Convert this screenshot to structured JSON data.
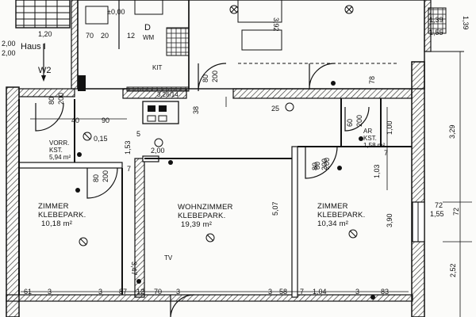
{
  "house_label": "Haus I",
  "unit_label": "W2",
  "rooms": [
    {
      "id": "zimmer-left",
      "name": "ZIMMER",
      "floor": "KLEBEPARK.",
      "area": "10,18 m²"
    },
    {
      "id": "wohnzimmer",
      "name": "WOHNZIMMER",
      "floor": "KLEBEPARK.",
      "area": "19,39 m²"
    },
    {
      "id": "zimmer-right",
      "name": "ZIMMER",
      "floor": "KLEBEPARK.",
      "area": "10,34 m²"
    },
    {
      "id": "vorraum",
      "name": "VORR.",
      "floor": "KST.",
      "area": "5,94 m²"
    },
    {
      "id": "abstellraum",
      "name": "AR",
      "floor": "KST.",
      "area": "1,58 m²"
    }
  ],
  "top_dims": {
    "d1": "1,20",
    "d2": "2,00",
    "d3": "2,00",
    "d4": "±0,00",
    "d5": "70",
    "d6": "20",
    "d7": "12",
    "d8": "3,92",
    "d9": "1,39",
    "d10": "1,55",
    "d11": "1,39"
  },
  "mid_dims": {
    "d1": "40",
    "d2": "90",
    "d3": "0,15",
    "d4": "80",
    "d5": "200",
    "d6": "2,00",
    "d7": "80",
    "d8": "200",
    "d9": "78",
    "d10": "25",
    "d11": "38",
    "d12": "3,26/14",
    "d13": "80",
    "d14": "200",
    "d15": "60",
    "d16": "200",
    "d17": "1,53",
    "d18": "1,00",
    "d19": "3,29",
    "d20": "5"
  },
  "room_dims": {
    "d1": "80",
    "d2": "200",
    "d3": "7",
    "d4": "80",
    "d5": "200",
    "d6": "1,03",
    "d7": "7",
    "d8": "3,47",
    "d9": "5,07",
    "d10": "3,90",
    "d11": "72",
    "d12": "1,55",
    "d13": "72",
    "d14": "2,52"
  },
  "bottom_dims": {
    "b1": "61",
    "b2": "3",
    "b3": "3",
    "b4": "87",
    "b5": "12",
    "b6": "70",
    "b7": "3",
    "b8": "3",
    "b9": "58",
    "b10": "7",
    "b11": "1,04",
    "b12": "3",
    "b13": "83"
  },
  "symbols": {
    "tv": "TV",
    "kit": "KIT",
    "d": "D",
    "wm": "WM"
  }
}
